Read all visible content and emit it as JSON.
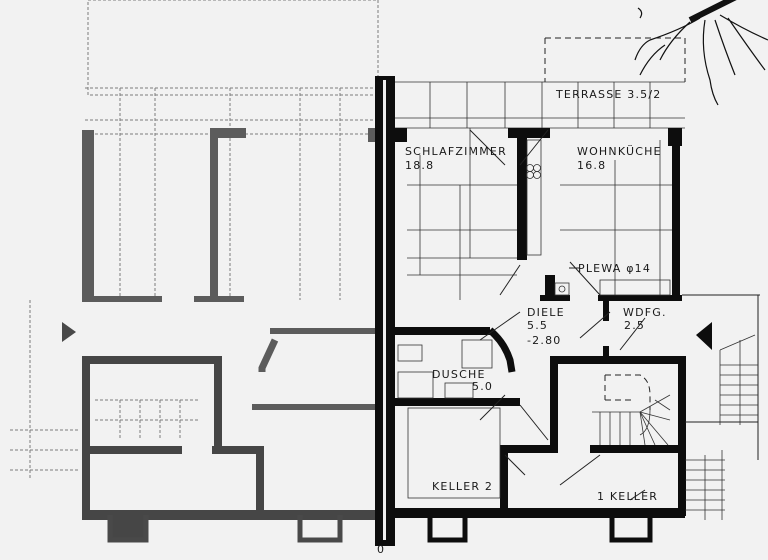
{
  "title": "Floor plan (Kellergeschoss / Erdgeschoss)",
  "rooms": {
    "terrasse": "TERRASSE 3.5/2",
    "schlafzimmer_name": "SCHLAFZIMMER",
    "schlafzimmer_area": "18.8",
    "wohnkueche_name": "WOHNKÜCHE",
    "wohnkueche_area": "16.8",
    "plewa": "PLEWA φ14",
    "diele_name": "DIELE",
    "diele_area": "5.5",
    "diele_level": "-2.80",
    "wdfg_name": "WDFG.",
    "wdfg_area": "2.5",
    "dusche_name": "DUSCHE",
    "dusche_area": "5.0",
    "keller2": "KELLER 2",
    "keller1": "1 KELLER"
  },
  "marks": {
    "axis_label": "0"
  },
  "colors": {
    "wall": "#0d0d0d",
    "paper": "#f2f2f2",
    "faded": "#2a2a2a"
  }
}
